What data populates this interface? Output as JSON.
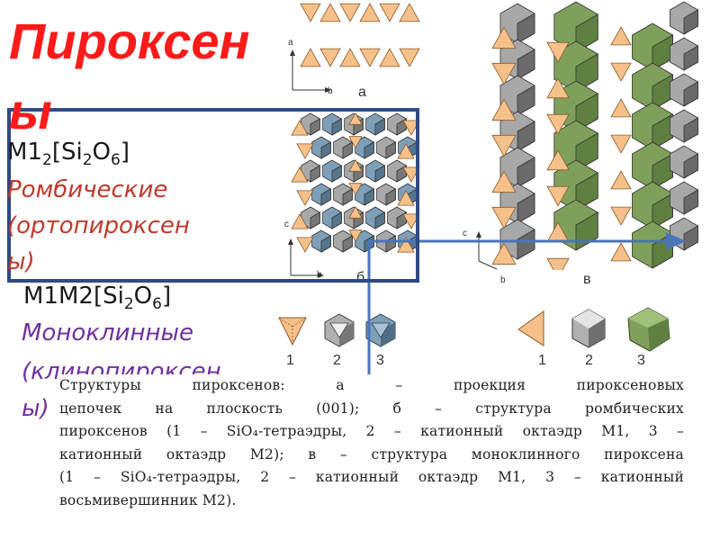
{
  "title": {
    "line1": "Пироксен",
    "line2": "ы"
  },
  "ortho": {
    "formula": {
      "m": "M1",
      "sub1": "2",
      "bracket_open": "[Si",
      "sub2": "2",
      "o": "O",
      "sub3": "6",
      "bracket_close": "]"
    },
    "name_line1": "Ромбические",
    "name_line2": "(ортопироксен",
    "name_line3": "ы)"
  },
  "clino": {
    "formula": {
      "m": "M1M2[Si",
      "sub1": "2",
      "o": "O",
      "sub2": "6",
      "bracket_close": "]"
    },
    "name_line1": "Моноклинные",
    "name_line2": "(клинопироксен",
    "name_line3": "ы)"
  },
  "figure": {
    "panel_a": "а",
    "panel_b": "б",
    "panel_v": "в",
    "axis_a": "a",
    "axis_b": "b",
    "axis_c": "c",
    "legend_left": [
      "1",
      "2",
      "3"
    ],
    "legend_right": [
      "1",
      "2",
      "3"
    ]
  },
  "caption": {
    "lines": [
      "Структуры пироксенов: а – проекция пироксеновых",
      "цепочек на плоскость (001); б – структура ромбических",
      "пироксенов (1 – SiO₄-тетраэдры, 2 – катионный октаэдр M1, 3 –",
      "катионный октаэдр M2); в – структура моноклинного пироксена",
      "(1 – SiO₄-тетраэдры, 2 – катионный октаэдр M1, 3 – катионный",
      "восьмивершинник M2)."
    ]
  },
  "colors": {
    "title": "#ff1a1a",
    "frame": "#2f4a85",
    "arrow": "#4a74b8",
    "tetra": "#f5c08a",
    "octa_gray": "#a8a8a8",
    "octa_blue": "#7e9fb8",
    "green": "#7fa05a"
  }
}
